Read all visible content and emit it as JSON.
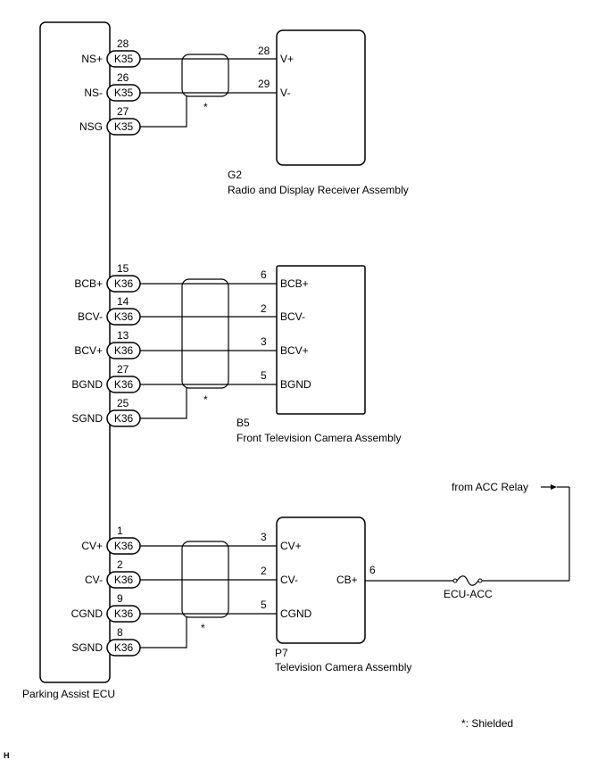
{
  "ecu": {
    "label": "Parking Assist ECU",
    "pins": [
      {
        "name": "NS+",
        "conn": "K35",
        "pin": "28"
      },
      {
        "name": "NS-",
        "conn": "K35",
        "pin": "26"
      },
      {
        "name": "NSG",
        "conn": "K35",
        "pin": "27"
      },
      {
        "name": "BCB+",
        "conn": "K36",
        "pin": "15"
      },
      {
        "name": "BCV-",
        "conn": "K36",
        "pin": "14"
      },
      {
        "name": "BCV+",
        "conn": "K36",
        "pin": "13"
      },
      {
        "name": "BGND",
        "conn": "K36",
        "pin": "27"
      },
      {
        "name": "SGND",
        "conn": "K36",
        "pin": "25"
      },
      {
        "name": "CV+",
        "conn": "K36",
        "pin": "1"
      },
      {
        "name": "CV-",
        "conn": "K36",
        "pin": "2"
      },
      {
        "name": "CGND",
        "conn": "K36",
        "pin": "9"
      },
      {
        "name": "SGND",
        "conn": "K36",
        "pin": "8"
      }
    ]
  },
  "components": [
    {
      "code": "G2",
      "name": "Radio and Display Receiver Assembly",
      "terminals": [
        {
          "pin": "28",
          "label": "V+"
        },
        {
          "pin": "29",
          "label": "V-"
        }
      ]
    },
    {
      "code": "B5",
      "name": "Front Television Camera Assembly",
      "terminals": [
        {
          "pin": "6",
          "label": "BCB+"
        },
        {
          "pin": "2",
          "label": "BCV-"
        },
        {
          "pin": "3",
          "label": "BCV+"
        },
        {
          "pin": "5",
          "label": "BGND"
        }
      ]
    },
    {
      "code": "P7",
      "name": "Television Camera Assembly",
      "terminals": [
        {
          "pin": "3",
          "label": "CV+"
        },
        {
          "pin": "2",
          "label": "CV-"
        },
        {
          "pin": "5",
          "label": "CGND"
        }
      ],
      "extra_terminal": {
        "pin": "6",
        "label": "CB+"
      }
    }
  ],
  "fuse": {
    "label": "ECU-ACC"
  },
  "power_source": {
    "label": "from ACC Relay"
  },
  "shield_mark": "*",
  "legend": "*: Shielded",
  "figure_code": "H"
}
